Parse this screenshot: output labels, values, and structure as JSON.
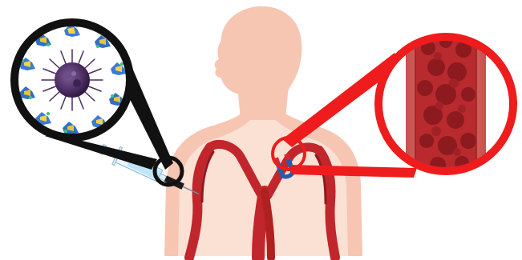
{
  "figure": {
    "caption": "",
    "elements": [
      {
        "id": "body-silhouette",
        "description_icon": "human-torso-icon"
      },
      {
        "id": "syringe",
        "description_icon": "syringe-icon"
      },
      {
        "id": "magnet",
        "description_icon": "magnet-icon"
      },
      {
        "id": "nanoparticle-inset",
        "description_icon": "nanoparticle-icon"
      },
      {
        "id": "blood-vessel-inset",
        "description_icon": "blood-vessel-icon"
      }
    ],
    "colors": {
      "skin": "#f6c6b2",
      "skin_light": "#fbe0d4",
      "artery": "#c0262b",
      "artery_dark": "#8c1a1e",
      "zoom_black": "#111111",
      "zoom_red": "#ee1c1c",
      "magnet_red": "#d9262c",
      "magnet_blue": "#2a5aa8",
      "nanoparticle_core": "#4b2d63",
      "syringe_liquid": "#bfe4f7"
    }
  }
}
